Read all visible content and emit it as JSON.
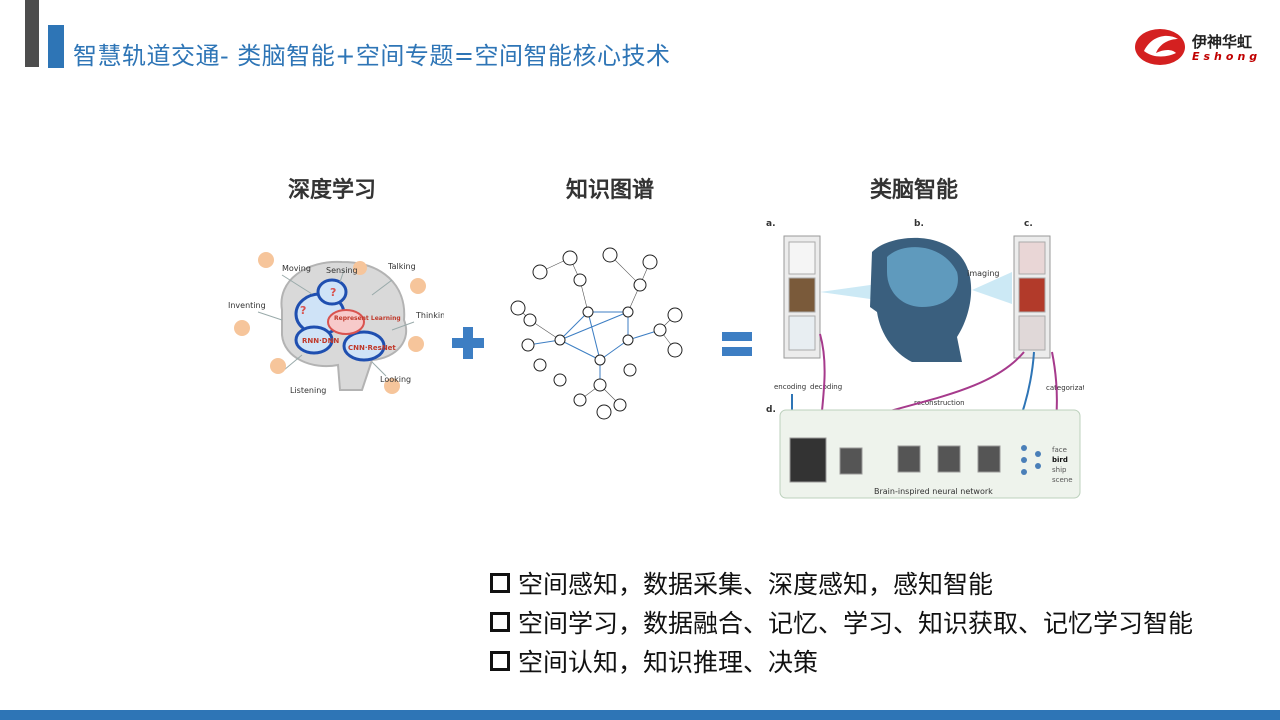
{
  "header": {
    "title": "智慧轨道交通- 类脑智能+空间专题=空间智能核心技术",
    "logo_name": "伊神华虹",
    "logo_sub": "Eshong"
  },
  "sections": {
    "deep_learning": {
      "heading": "深度学习",
      "labels": {
        "moving": "Moving",
        "sensing": "Sensing",
        "talking": "Talking",
        "inventing": "Inventing",
        "thinking": "Thinking",
        "listening": "Listening",
        "looking": "Looking",
        "rnn": "RNN·DNN",
        "cnn": "CNN·ResNet",
        "repr": "Represent Learning"
      }
    },
    "knowledge_graph": {
      "heading": "知识图谱"
    },
    "brain_inspired": {
      "heading": "类脑智能",
      "labels": {
        "a": "a.",
        "b": "b.",
        "c": "c.",
        "d": "d.",
        "imaging": "Imaging",
        "encoding": "encoding",
        "decoding": "decoding",
        "reconstruction": "reconstruction",
        "categorization": "categorization",
        "network": "Brain-inspired neural network",
        "face": "face",
        "bird": "bird",
        "ship": "ship",
        "scene": "scene"
      }
    }
  },
  "bullets": [
    "空间感知，数据采集、深度感知，感知智能",
    "空间学习，数据融合、记忆、学习、知识获取、记忆学习智能",
    "空间认知，知识推理、决策"
  ],
  "colors": {
    "accent": "#2e75b6",
    "dark_bar": "#4d4d4d",
    "operator": "#3d7ec3",
    "logo_red": "#c00000"
  }
}
